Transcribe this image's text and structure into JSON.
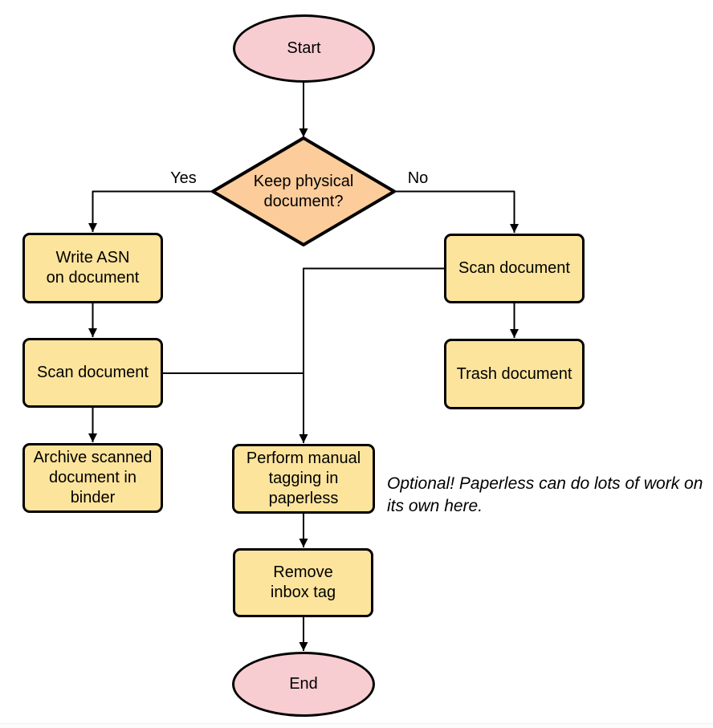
{
  "diagram": {
    "type": "flowchart",
    "nodes": {
      "start": {
        "label": "Start",
        "shape": "terminator"
      },
      "keep_physical": {
        "label": "Keep physical\ndocument?",
        "shape": "decision"
      },
      "write_asn": {
        "label": "Write ASN\non document",
        "shape": "process"
      },
      "scan_left": {
        "label": "Scan document",
        "shape": "process"
      },
      "archive": {
        "label": "Archive scanned\ndocument in\nbinder",
        "shape": "process"
      },
      "scan_right": {
        "label": "Scan document",
        "shape": "process"
      },
      "trash": {
        "label": "Trash document",
        "shape": "process"
      },
      "tagging": {
        "label": "Perform manual\ntagging in\npaperless",
        "shape": "process"
      },
      "remove_inbox": {
        "label": "Remove\ninbox tag",
        "shape": "process"
      },
      "end": {
        "label": "End",
        "shape": "terminator"
      }
    },
    "edge_labels": {
      "yes": "Yes",
      "no": "No"
    },
    "note": "Optional! Paperless can do lots of work on\nits own here.",
    "colors": {
      "terminator_fill": "#f8cdd1",
      "decision_fill": "#fccc9b",
      "process_fill": "#fde49c",
      "stroke": "#000000",
      "text": "#000000"
    }
  }
}
